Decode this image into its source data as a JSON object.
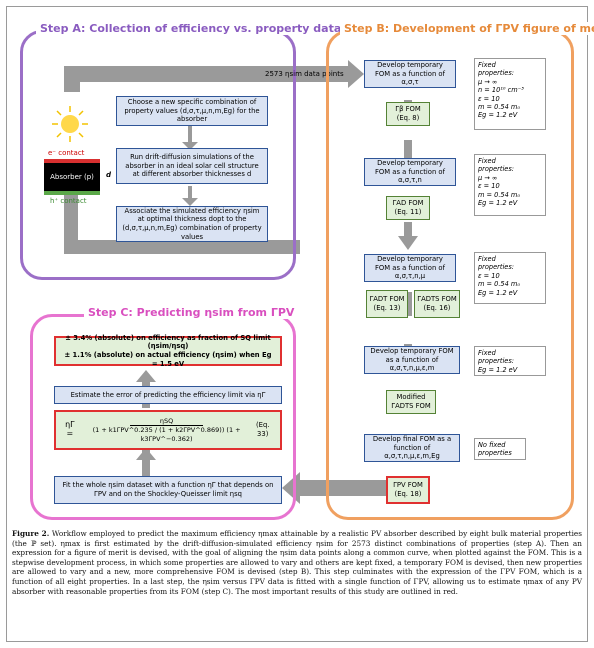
{
  "step_a": {
    "title": "Step A: Collection of efficiency vs. property dataset",
    "data_points_label": "2573 ηsim data points",
    "box1": "Choose a new specific combination of property values (d,σ,τ,μ,n,m,Eg) for the absorber",
    "box2": "Run drift-diffusion simulations of the absorber in an ideal solar cell structure at different absorber thicknesses d",
    "box3": "Associate the simulated efficiency ηsim at optimal thickness dopt to the (d,σ,τ,μ,n,m,Eg) combination of property values",
    "e_contact": "e⁻ contact",
    "absorber": "Absorber (p)",
    "d_label": "d",
    "h_contact": "h⁺ contact"
  },
  "step_b": {
    "title": "Step B: Development of ΓPV figure of merit",
    "box1": "Develop temporary FOM as a function of α,σ,τ",
    "g1": [
      "Γβ FOM",
      "(Eq. 8)"
    ],
    "box2": "Develop temporary FOM as a function of α,σ,τ,n",
    "g2": [
      "ΓAD FOM",
      "(Eq. 11)"
    ],
    "box3": "Develop temporary FOM as a function of α,σ,τ,n,μ",
    "g3a": [
      "ΓADT FOM",
      "(Eq. 13)"
    ],
    "g3b": [
      "ΓADTS FOM",
      "(Eq. 16)"
    ],
    "box4": "Develop temporary FOM as a function of α,σ,τ,n,μ,ε,m",
    "g4": [
      "Modified",
      "ΓADTS FOM"
    ],
    "box5": "Develop final FOM as a function of α,σ,τ,n,μ,ε,m,Eg",
    "g5": [
      "ΓPV FOM",
      "(Eq. 18)"
    ],
    "fixed1": [
      "Fixed",
      "properties:",
      "μ → ∞",
      "n = 10¹⁰ cm⁻³",
      "ε = 10",
      "m = 0.54 m₀",
      "Eg = 1.2 eV"
    ],
    "fixed2": [
      "Fixed",
      "properties:",
      "μ → ∞",
      "ε = 10",
      "m = 0.54 m₀",
      "Eg = 1.2 eV"
    ],
    "fixed3": [
      "Fixed",
      "properties:",
      "ε = 10",
      "m = 0.54 m₀",
      "Eg = 1.2 eV"
    ],
    "fixed4": [
      "Fixed",
      "properties:",
      "Eg = 1.2 eV"
    ],
    "fixed5": [
      "No fixed",
      "properties"
    ]
  },
  "step_c": {
    "title": "Step C: Predicting ηsim from ΓPV",
    "result1": "± 3.4% (absolute) on efficiency as fraction of SQ limit (ηsim/ηsq)",
    "result2": "± 1.1% (absolute) on actual efficiency (ηsim) when Eg = 1.5 eV",
    "estimate": "Estimate the error of predicting the efficiency limit via ηΓ",
    "eq_lhs": "ηΓ =",
    "eq_num": "ηSQ",
    "eq_den": "(1 + k1ΓPV^0.235 / (1 + k2ΓPV^0.869)) (1 + k3ΓPV^−0.362)",
    "eq_num_label": "(Eq. 33)",
    "fit": "Fit the whole ηsim dataset with a function ηΓ that depends on ΓPV and on the Shockley-Queisser limit ηsq"
  },
  "caption": {
    "label": "Figure 2.",
    "text": "Workflow employed to predict the maximum efficiency ηmax attainable by a realistic PV absorber described by eight bulk material properties (the ℙ set). ηmax is first estimated by the drift-diffusion-simulated efficiency ηsim for 2573 distinct combinations of properties (step A). Then an expression for a figure of merit is devised, with the goal of aligning the ηsim data points along a common curve, when plotted against the FOM. This is a stepwise development process, in which some properties are allowed to vary and others are kept fixed, a temporary FOM is devised, then new properties are allowed to vary and a new, more comprehensive FOM is devised (step B). This step culminates with the expression of the ΓPV FOM, which is a function of all eight properties. In a last step, the ηsim versus ΓPV data is fitted with a single function of ΓPV, allowing us to estimate ηmax of any PV absorber with reasonable properties from its FOM (step C). The most important results of this study are outlined in red."
  },
  "colors": {
    "step_a": "#9b6fc7",
    "step_b": "#f0a060",
    "step_c": "#e774d0",
    "arrow": "#9a9a9a",
    "highlight": "#e03030"
  }
}
